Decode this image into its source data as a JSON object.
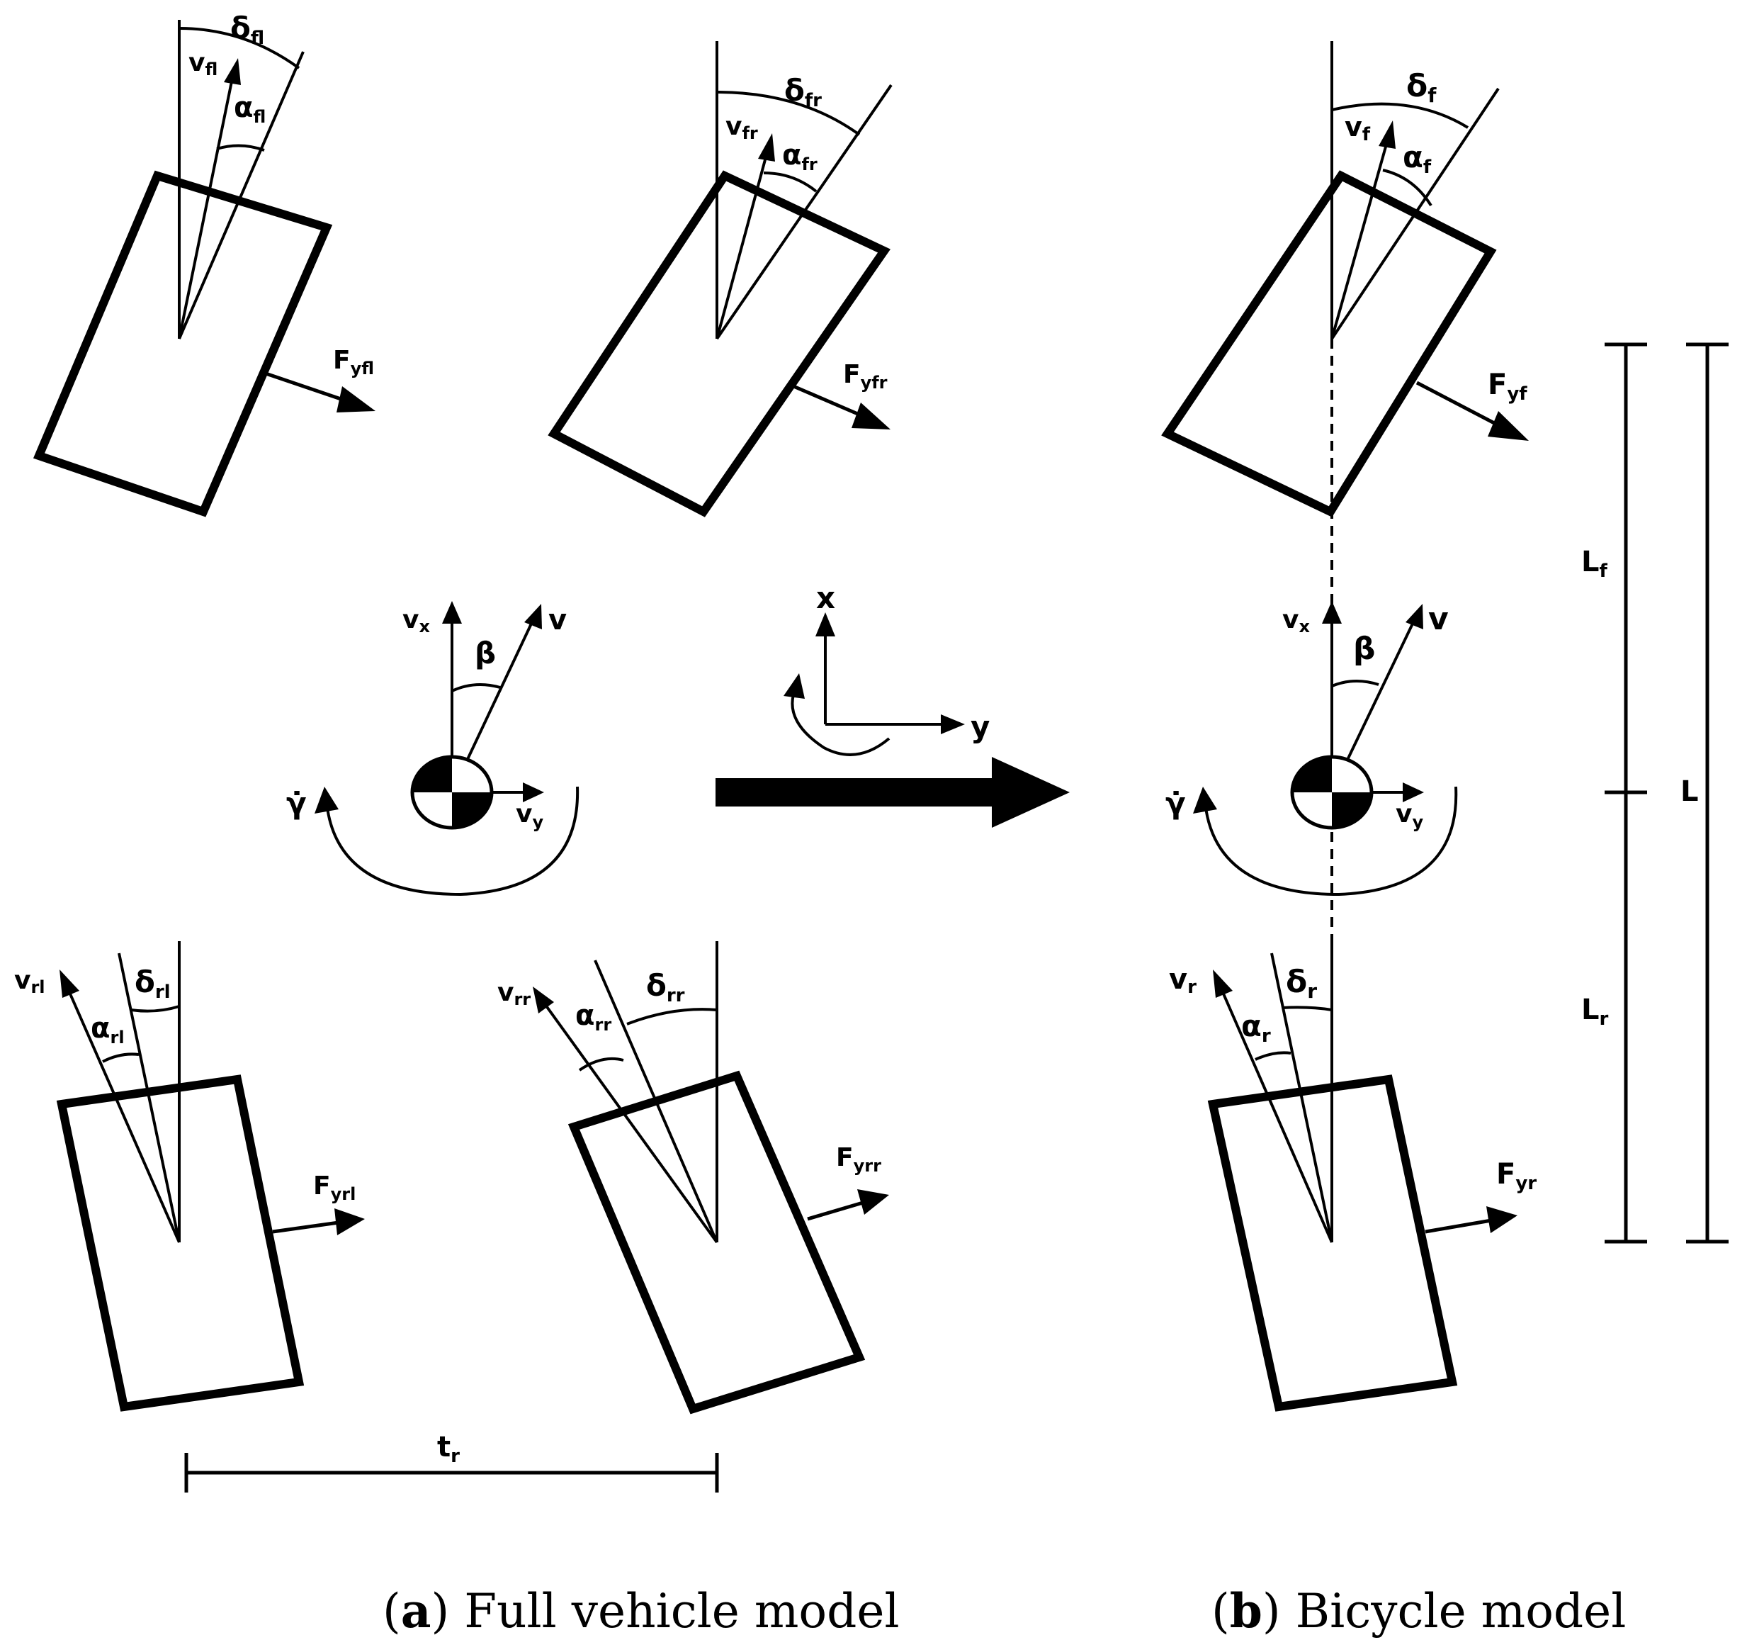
{
  "full_model": {
    "wheels": {
      "front_left": {
        "velocity": "v",
        "velocity_sub": "fl",
        "steer": "δ",
        "steer_sub": "fl",
        "slip": "α",
        "slip_sub": "fl",
        "force": "F",
        "force_sub": "yfl"
      },
      "front_right": {
        "velocity": "v",
        "velocity_sub": "fr",
        "steer": "δ",
        "steer_sub": "fr",
        "slip": "α",
        "slip_sub": "fr",
        "force": "F",
        "force_sub": "yfr"
      },
      "rear_left": {
        "velocity": "v",
        "velocity_sub": "rl",
        "steer": "δ",
        "steer_sub": "rl",
        "slip": "α",
        "slip_sub": "rl",
        "force": "F",
        "force_sub": "yrl"
      },
      "rear_right": {
        "velocity": "v",
        "velocity_sub": "rr",
        "steer": "δ",
        "steer_sub": "rr",
        "slip": "α",
        "slip_sub": "rr",
        "force": "F",
        "force_sub": "yrr"
      }
    },
    "cg": {
      "vx": "v",
      "vx_sub": "x",
      "v": "v",
      "beta": "β",
      "vy": "v",
      "vy_sub": "y",
      "yaw_rate": "γ̇"
    },
    "track": {
      "label": "t",
      "label_sub": "r"
    }
  },
  "axes": {
    "x": "x",
    "y": "y"
  },
  "bicycle_model": {
    "front": {
      "velocity": "v",
      "velocity_sub": "f",
      "steer": "δ",
      "steer_sub": "f",
      "slip": "α",
      "slip_sub": "f",
      "force": "F",
      "force_sub": "yf"
    },
    "rear": {
      "velocity": "v",
      "velocity_sub": "r",
      "steer": "δ",
      "steer_sub": "r",
      "slip": "α",
      "slip_sub": "r",
      "force": "F",
      "force_sub": "yr"
    },
    "cg": {
      "vx": "v",
      "vx_sub": "x",
      "v": "v",
      "beta": "β",
      "vy": "v",
      "vy_sub": "y",
      "yaw_rate": "γ̇"
    },
    "dims": {
      "lf": "L",
      "lf_sub": "f",
      "lr": "L",
      "lr_sub": "r",
      "l": "L"
    }
  },
  "captions": {
    "a_letter": "a",
    "a_text": "Full vehicle model",
    "b_letter": "b",
    "b_text": "Bicycle model"
  }
}
